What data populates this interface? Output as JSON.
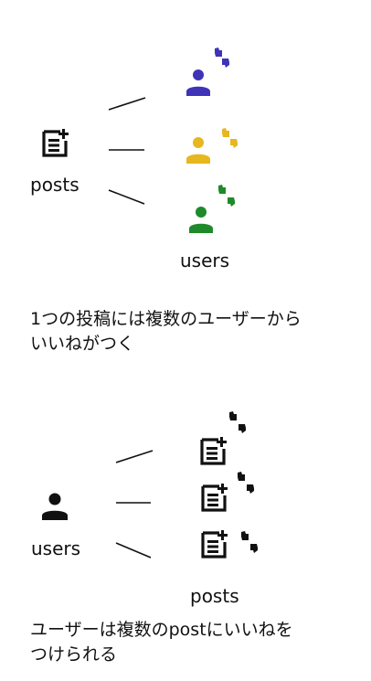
{
  "section_one": {
    "source_label": "posts",
    "target_label": "users",
    "caption_line1": "1つの投稿には複数のユーザーから",
    "caption_line2": "いいねがつく",
    "user_colors": [
      "#3f33b8",
      "#e6b71e",
      "#1f8a2a"
    ]
  },
  "section_two": {
    "source_label": "users",
    "target_label": "posts",
    "caption_line1": "ユーザーは複数のpostにいいねを",
    "caption_line2": "つけられる",
    "icon_color": "#111111"
  }
}
